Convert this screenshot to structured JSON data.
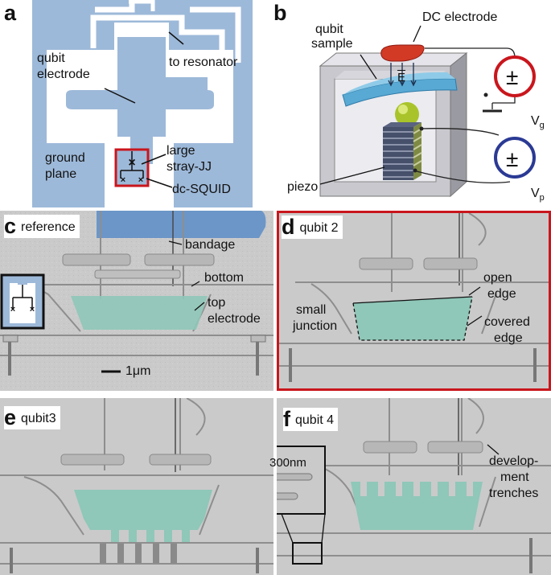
{
  "panel_a": {
    "letter": "a",
    "labels": {
      "qubit_electrode_1": "qubit",
      "qubit_electrode_2": "electrode",
      "to_resonator": "to resonator",
      "ground_plane_1": "ground",
      "ground_plane_2": "plane",
      "large_jj_1": "large",
      "large_jj_2": "stray-JJ",
      "dc_squid": "dc-SQUID"
    }
  },
  "panel_b": {
    "letter": "b",
    "labels": {
      "qubit_sample_1": "qubit",
      "qubit_sample_2": "sample",
      "dc_electrode": "DC electrode",
      "field": "E",
      "piezo": "piezo",
      "vg": "V",
      "vg_sub": "g",
      "vp": "V",
      "vp_sub": "p",
      "source_symbol": "±"
    }
  },
  "panel_c": {
    "letter": "c",
    "title": "reference",
    "labels": {
      "bandage": "bandage",
      "bottom": "bottom",
      "top_1": "top",
      "top_2": "electrode",
      "scale": "1μm"
    }
  },
  "panel_d": {
    "letter": "d",
    "title": "qubit 2",
    "labels": {
      "small_1": "small",
      "small_2": "junction",
      "open_1": "open",
      "open_2": "edge",
      "covered_1": "covered",
      "covered_2": "edge"
    }
  },
  "panel_e": {
    "letter": "e",
    "title": "qubit3"
  },
  "panel_f": {
    "letter": "f",
    "title": "qubit 4",
    "labels": {
      "dev_1": "develop-",
      "dev_2": "ment",
      "dev_3": "trenches",
      "inset_scale": "300nm"
    }
  },
  "colors": {
    "ground_blue": "#9db9d9",
    "accent_red": "#c9161d",
    "sample_blue": "#58a9d3",
    "junction_teal": "#8fc7b8",
    "source_blue": "#2b3a94",
    "sem_gray": "#c9c9c9"
  }
}
